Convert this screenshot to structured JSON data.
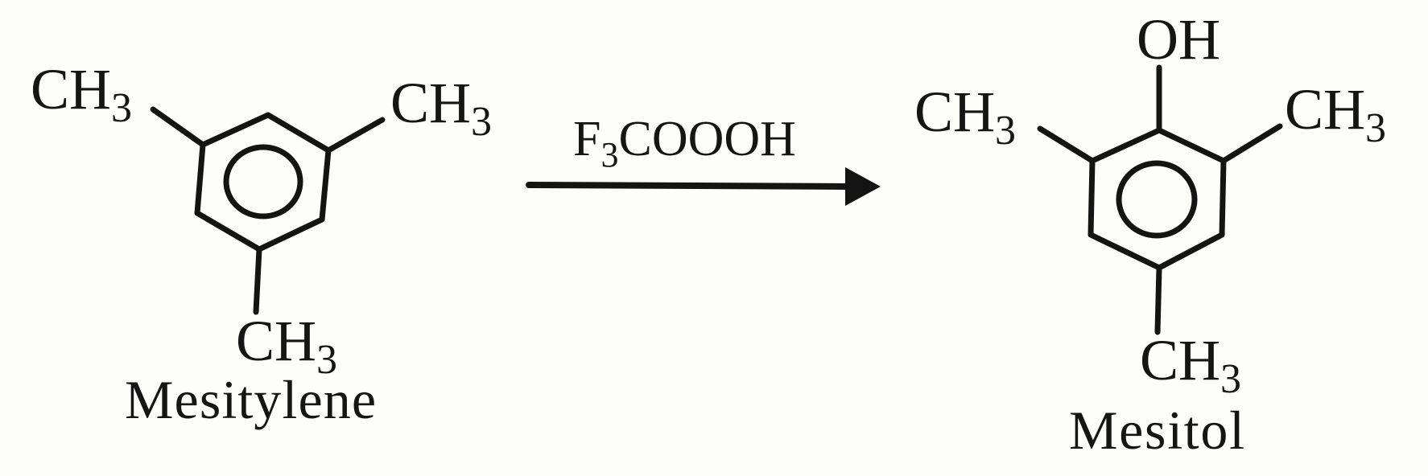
{
  "reaction": {
    "reactant": {
      "name": "Mesitylene",
      "substituents": {
        "top_left": {
          "group": "CH",
          "subscript": "3"
        },
        "top_right": {
          "group": "CH",
          "subscript": "3"
        },
        "bottom": {
          "group": "CH",
          "subscript": "3"
        }
      }
    },
    "reagent": {
      "prefix": "F",
      "prefix_subscript": "3",
      "rest": "COOOH",
      "full": "F3COOOH"
    },
    "arrow": {
      "direction": "right"
    },
    "product": {
      "name": "Mesitol",
      "substituents": {
        "top": {
          "group": "OH"
        },
        "top_left": {
          "group": "CH",
          "subscript": "3"
        },
        "top_right": {
          "group": "CH",
          "subscript": "3"
        },
        "bottom": {
          "group": "CH",
          "subscript": "3"
        }
      }
    }
  },
  "colors": {
    "ink": "#141414",
    "background": "#fdfdfc"
  }
}
